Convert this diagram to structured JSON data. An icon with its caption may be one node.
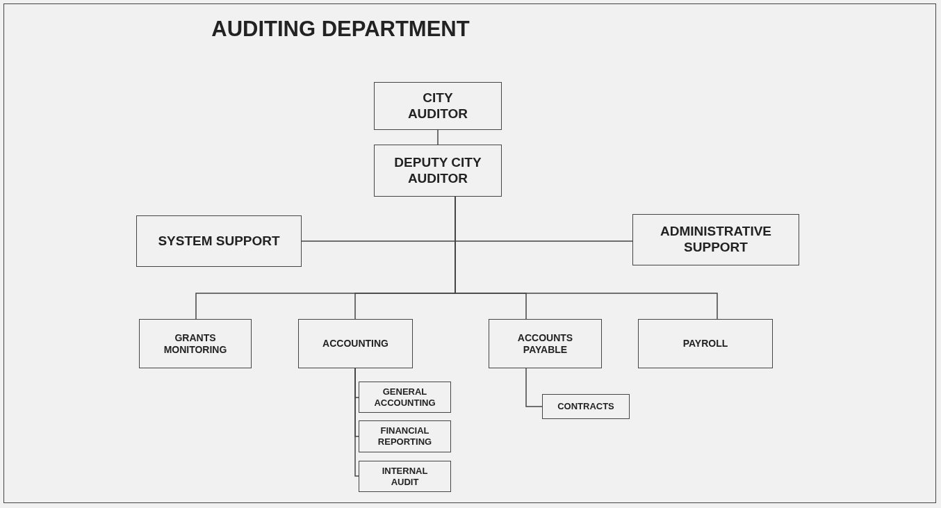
{
  "diagram": {
    "title": "AUDITING DEPARTMENT",
    "nodes": [
      {
        "text": [
          "CITY AUDITOR"
        ]
      },
      {
        "text": [
          "DEPUTY CITY AUDITOR"
        ]
      },
      {
        "text": [
          "SYSTEM SUPPORT"
        ]
      },
      {
        "text": [
          "ADMINISTRATIVE SUPPORT"
        ]
      },
      {
        "text": [
          "GRANTS MONITORING"
        ]
      },
      {
        "text": [
          "ACCOUNTING"
        ]
      },
      {
        "text": [
          "ACCOUNTS PAYABLE"
        ]
      },
      {
        "text": [
          "PAYROLL"
        ]
      },
      {
        "text": [
          "GENERAL ACCOUNTING"
        ]
      },
      {
        "text": [
          "FINANCIAL REPORTING"
        ]
      },
      {
        "text": [
          "INTERNAL AUDIT"
        ]
      },
      {
        "text": [
          "CONTRACTS"
        ]
      }
    ],
    "edges": [
      {
        "from": 0,
        "to": 1,
        "arrow": "none"
      },
      {
        "from": 1,
        "to": 2,
        "arrow": "none"
      },
      {
        "from": 1,
        "to": 3,
        "arrow": "none"
      },
      {
        "from": 1,
        "to": 4,
        "arrow": "none"
      },
      {
        "from": 1,
        "to": 5,
        "arrow": "none"
      },
      {
        "from": 1,
        "to": 6,
        "arrow": "none"
      },
      {
        "from": 1,
        "to": 7,
        "arrow": "none"
      },
      {
        "from": 5,
        "to": 8,
        "arrow": "none"
      },
      {
        "from": 5,
        "to": 9,
        "arrow": "none"
      },
      {
        "from": 5,
        "to": 10,
        "arrow": "none"
      },
      {
        "from": 6,
        "to": 11,
        "arrow": "none"
      }
    ]
  }
}
